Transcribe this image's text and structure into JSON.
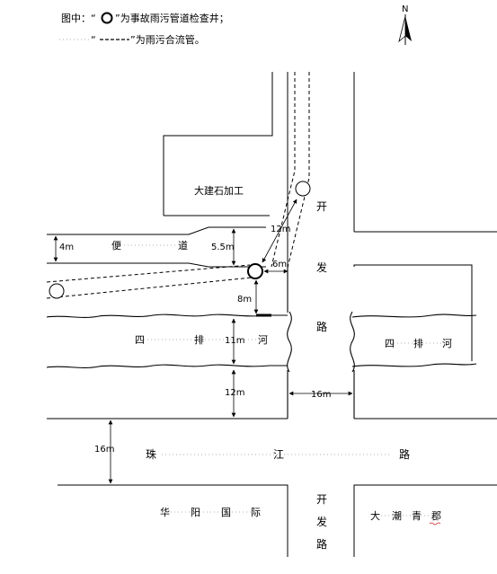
{
  "legend": {
    "line1_prefix": "图中：“",
    "line1_suffix": "”为事故雨污管道检查井；",
    "line2_prefix": "“",
    "line2_suffix": "”为雨污合流管。"
  },
  "compass": {
    "north_label": "N"
  },
  "labels": {
    "factory": "大建石加工",
    "sidewalk": [
      "便",
      "道"
    ],
    "river": [
      "四",
      "排",
      "11m",
      "河"
    ],
    "river_right": [
      "四",
      "排",
      "河"
    ],
    "kaifa_top": [
      "开",
      "发",
      "路"
    ],
    "kaifa_bottom": [
      "开",
      "发",
      "路"
    ],
    "zhujiang": [
      "珠",
      "江",
      "路"
    ],
    "huayang": [
      "华",
      "阳",
      "国",
      "际"
    ],
    "dachao": [
      "大",
      "潮",
      "青",
      "郡"
    ]
  },
  "dimensions": {
    "d_4m": "4m",
    "d_5_5m": "5.5m",
    "d_12m_pipe": "12m",
    "d_6m": "6m",
    "d_8m": "8m",
    "d_12m_bank": "12m",
    "d_16m_road": "16m",
    "d_16m_zhujiang": "16m"
  },
  "colors": {
    "line": "#000000",
    "squiggle": "#d02020"
  }
}
